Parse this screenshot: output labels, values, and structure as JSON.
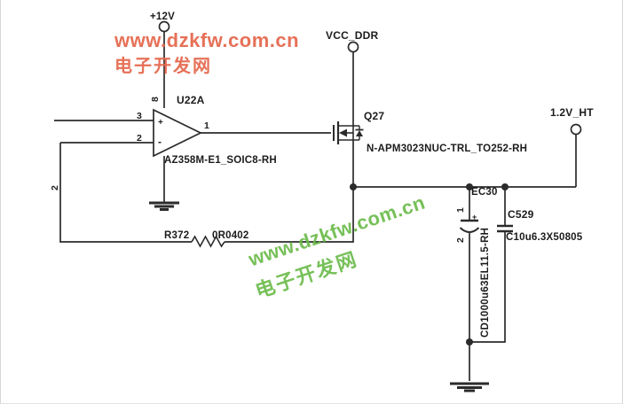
{
  "page": {
    "background": "#ffffff",
    "line_color": "#2b2b2b"
  },
  "watermarks": {
    "top": {
      "url": "www.dzkfw.com.cn",
      "site": "电子开发网",
      "color": "#e5674c"
    },
    "middle": {
      "url": "www.dzkfw.com.cn",
      "site": "电子开发网",
      "color": "#68ba46"
    }
  },
  "nets": {
    "v12": "+12V",
    "vcc_ddr": "VCC_DDR",
    "v1_2_ht": "1.2V_HT",
    "feedback_net": "2"
  },
  "opamp": {
    "ref": "U22A",
    "part": "AZ358M-E1_SOIC8-RH",
    "pins": {
      "output": "1",
      "inverting": "2",
      "noninverting": "3",
      "vcc": "8"
    },
    "plus": "+",
    "minus": "-"
  },
  "mosfet": {
    "ref": "Q27",
    "part": "N-APM3023NUC-TRL_TO252-RH"
  },
  "resistor": {
    "ref": "R372",
    "value": "0R0402"
  },
  "cap_electrolytic": {
    "ref": "EC30",
    "part": "CD1000u63EL11.5-RH",
    "pin1": "1",
    "pin2": "2",
    "polarity": "+"
  },
  "cap_ceramic": {
    "ref": "C529",
    "part": "C10u6.3X50805"
  }
}
